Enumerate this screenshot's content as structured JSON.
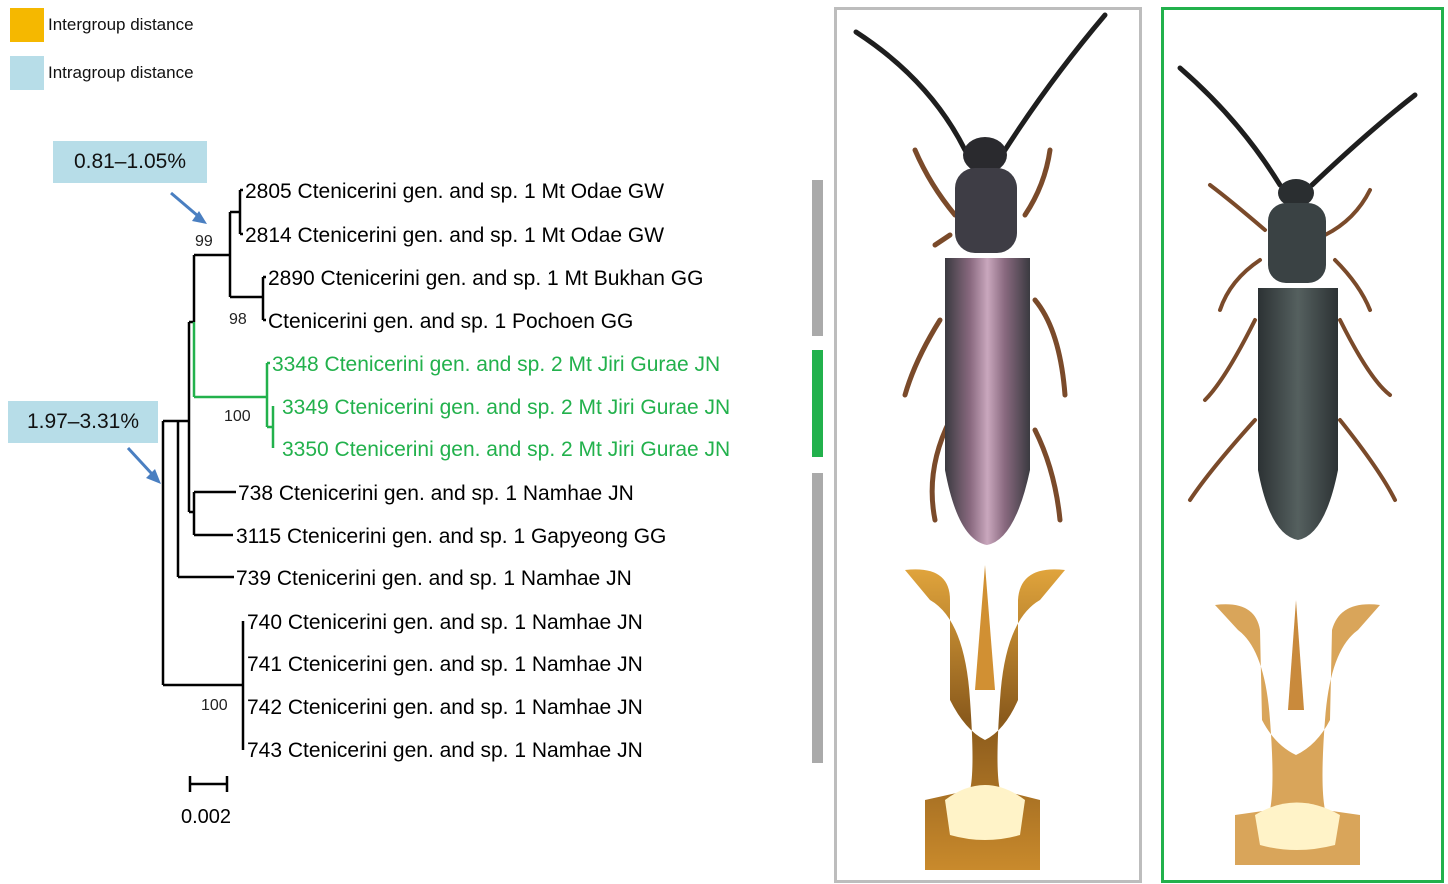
{
  "legend": [
    {
      "label": "Intergroup distance",
      "color": "#f5b800"
    },
    {
      "label": "Intragroup distance",
      "color": "#b7dde8"
    }
  ],
  "callouts": {
    "upper": "0.81–1.05%",
    "lower": "1.97–3.31%"
  },
  "colors": {
    "species1": "#000000",
    "species2": "#22b14c",
    "group_bar_gray": "#aaaaaa",
    "group_bar_green": "#22b14c",
    "arrow": "#4a7fc1"
  },
  "taxa": [
    {
      "label": "2805 Ctenicerini gen. and sp. 1 Mt Odae GW",
      "group": "species1"
    },
    {
      "label": "2814 Ctenicerini gen. and sp. 1 Mt Odae GW",
      "group": "species1"
    },
    {
      "label": "2890 Ctenicerini gen. and sp. 1 Mt Bukhan GG",
      "group": "species1"
    },
    {
      "label": "Ctenicerini gen. and sp. 1 Pochoen GG",
      "group": "species1"
    },
    {
      "label": "3348 Ctenicerini gen. and sp. 2 Mt Jiri Gurae JN",
      "group": "species2"
    },
    {
      "label": "3349 Ctenicerini gen. and sp. 2  Mt Jiri Gurae JN",
      "group": "species2"
    },
    {
      "label": "3350 Ctenicerini gen. and sp. 2 Mt Jiri Gurae JN",
      "group": "species2"
    },
    {
      "label": "738 Ctenicerini gen. and sp. 1 Namhae JN",
      "group": "species1"
    },
    {
      "label": "3115 Ctenicerini gen. and sp. 1 Gapyeong GG",
      "group": "species1"
    },
    {
      "label": "739 Ctenicerini gen. and sp. 1  Namhae JN",
      "group": "species1"
    },
    {
      "label": "740 Ctenicerini gen. and sp. 1 Namhae JN",
      "group": "species1"
    },
    {
      "label": "741 Ctenicerini gen. and sp. 1 Namhae JN",
      "group": "species1"
    },
    {
      "label": "742 Ctenicerini gen. and sp. 1 Namhae JN",
      "group": "species1"
    },
    {
      "label": "743 Ctenicerini gen. and sp. 1 Namhae JN",
      "group": "species1"
    }
  ],
  "bootstrap": [
    "99",
    "98",
    "100",
    "100"
  ],
  "scale_bar": "0.002"
}
